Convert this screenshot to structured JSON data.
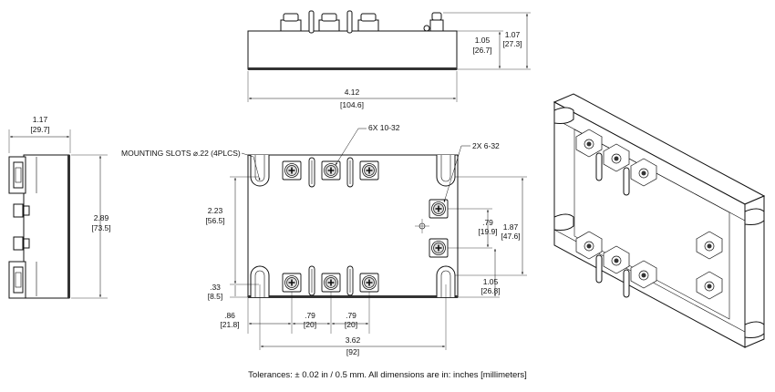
{
  "top_view": {
    "width_in": "4.12",
    "width_mm": "[104.6]",
    "height_in": "1.05",
    "height_mm": "[26.7]",
    "total_height_in": "1.07",
    "total_height_mm": "[27.3]"
  },
  "side_view": {
    "depth_in": "1.17",
    "depth_mm": "[29.7]",
    "length_in": "2.89",
    "length_mm": "[73.5]"
  },
  "front_view": {
    "mounting_slots": "MOUNTING SLOTS ⌀.22 (4PLCS)",
    "screws_main": "6X 10-32",
    "screws_control": "2X 6-32",
    "slot_span_in": "2.23",
    "slot_span_mm": "[56.5]",
    "slot_offset_in": ".33",
    "slot_offset_mm": "[8.5]",
    "control_pitch_in": ".79",
    "control_pitch_mm": "[19.9]",
    "right_height_in": "1.87",
    "right_height_mm": "[47.6]",
    "control_offset_in": "1.05",
    "control_offset_mm": "[26.8]",
    "left_offset_in": ".86",
    "left_offset_mm": "[21.8]",
    "pitch1_in": ".79",
    "pitch1_mm": "[20]",
    "pitch2_in": ".79",
    "pitch2_mm": "[20]",
    "slot_pitch_in": "3.62",
    "slot_pitch_mm": "[92]"
  },
  "tolerances": "Tolerances: ± 0.02 in / 0.5 mm.  All dimensions are in: inches [millimeters]"
}
